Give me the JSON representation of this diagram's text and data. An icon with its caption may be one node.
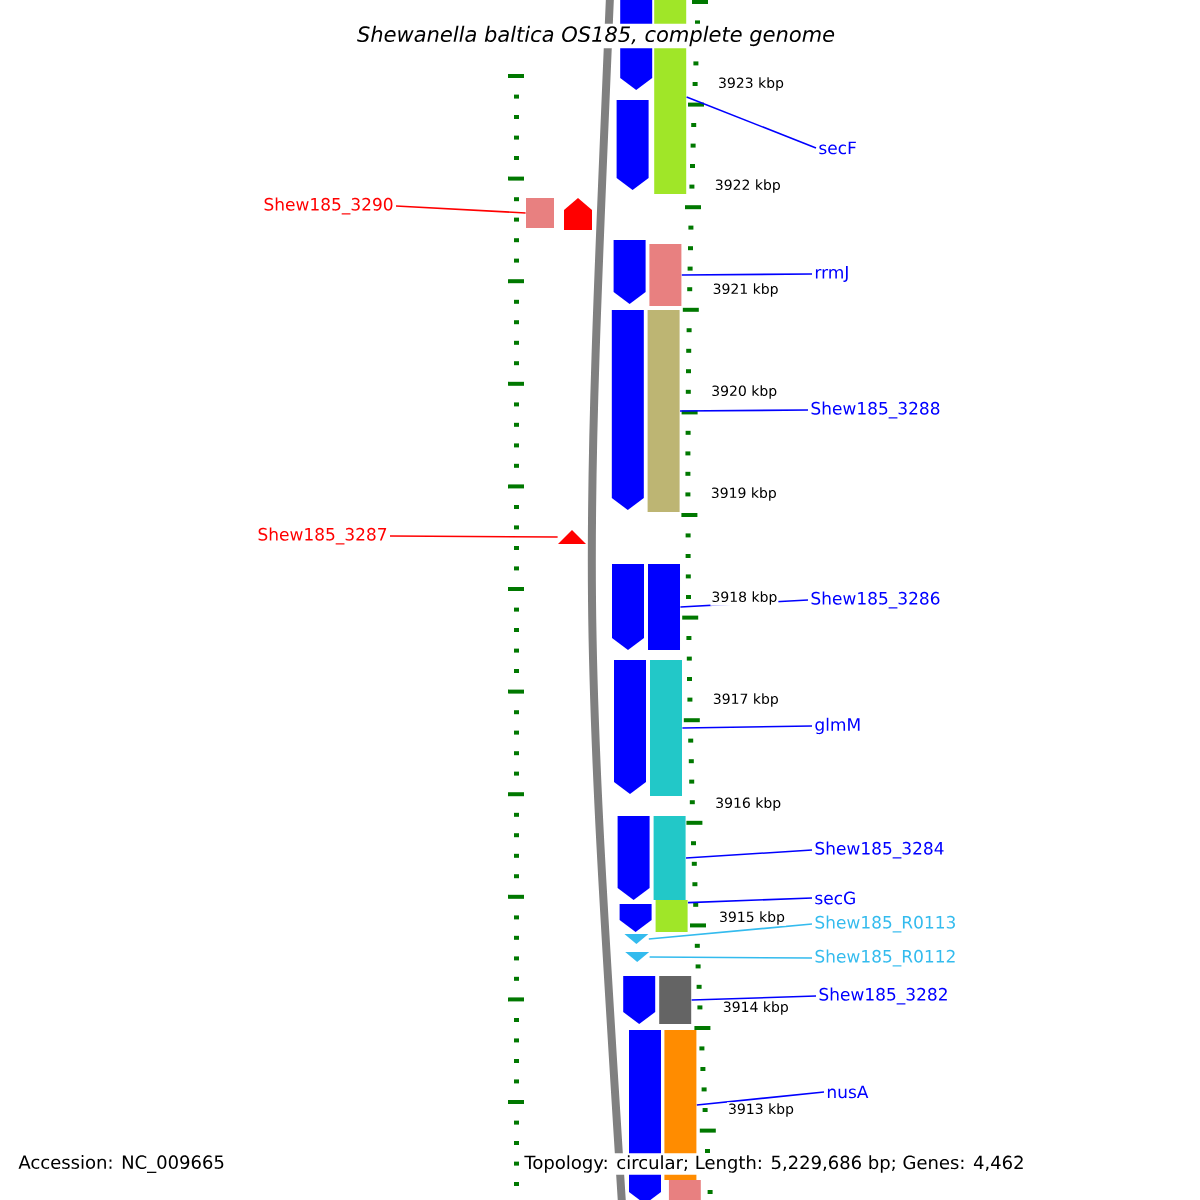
{
  "diagram": {
    "title": "Shewanella baltica OS185, complete genome",
    "nodes": [
      {
        "text": [
          "secF"
        ]
      },
      {
        "text": [
          "Shew185_3290"
        ]
      },
      {
        "text": [
          "rrmJ"
        ]
      },
      {
        "text": [
          "Shew185_3288"
        ]
      },
      {
        "text": [
          "Shew185_3287"
        ]
      },
      {
        "text": [
          "Shew185_3286"
        ]
      },
      {
        "text": [
          "glmM"
        ]
      },
      {
        "text": [
          "Shew185_3284"
        ]
      },
      {
        "text": [
          "secG"
        ]
      },
      {
        "text": [
          "Shew185_R0113"
        ]
      },
      {
        "text": [
          "Shew185_R0112"
        ]
      },
      {
        "text": [
          "Shew185_3282"
        ]
      },
      {
        "text": [
          "nusA"
        ]
      },
      {
        "text": [],
        "shape": "bar"
      },
      {
        "text": [],
        "shape": "bar"
      },
      {
        "text": [],
        "shape": "bar"
      },
      {
        "text": [],
        "shape": "bar"
      },
      {
        "text": [],
        "shape": "triangle"
      },
      {
        "text": [],
        "shape": "bar"
      },
      {
        "text": [],
        "shape": "bar"
      },
      {
        "text": [],
        "shape": "bar"
      },
      {
        "text": [],
        "shape": "bar"
      },
      {
        "text": [],
        "shape": "triangle"
      },
      {
        "text": [],
        "shape": "triangle"
      },
      {
        "text": [],
        "shape": "bar"
      },
      {
        "text": [],
        "shape": "bar"
      }
    ],
    "edges": [
      {
        "from": 0,
        "to": 13,
        "arrow": "none"
      },
      {
        "from": 1,
        "to": 14,
        "arrow": "none",
        "color": "#ff0000"
      },
      {
        "from": 2,
        "to": 15,
        "arrow": "none"
      },
      {
        "from": 3,
        "to": 16,
        "arrow": "none"
      },
      {
        "from": 4,
        "to": 17,
        "arrow": "none",
        "color": "#ff0000"
      },
      {
        "from": 5,
        "to": 18,
        "arrow": "none"
      },
      {
        "from": 6,
        "to": 19,
        "arrow": "none"
      },
      {
        "from": 7,
        "to": 20,
        "arrow": "none"
      },
      {
        "from": 8,
        "to": 21,
        "arrow": "none"
      },
      {
        "from": 9,
        "to": 22,
        "arrow": "none",
        "color": "#33bbee"
      },
      {
        "from": 10,
        "to": 23,
        "arrow": "none",
        "color": "#33bbee"
      },
      {
        "from": 11,
        "to": 24,
        "arrow": "none"
      },
      {
        "from": 12,
        "to": 25,
        "arrow": "none"
      }
    ],
    "labels": [
      "3923 kbp",
      "3922 kbp",
      "3921 kbp",
      "3920 kbp",
      "3919 kbp",
      "3918 kbp",
      "3917 kbp",
      "3916 kbp",
      "3915 kbp",
      "3914 kbp",
      "3913 kbp",
      "Accession: NC_009665",
      "Topology: circular; Length: 5,229,686 bp; Genes: 4,462"
    ]
  }
}
